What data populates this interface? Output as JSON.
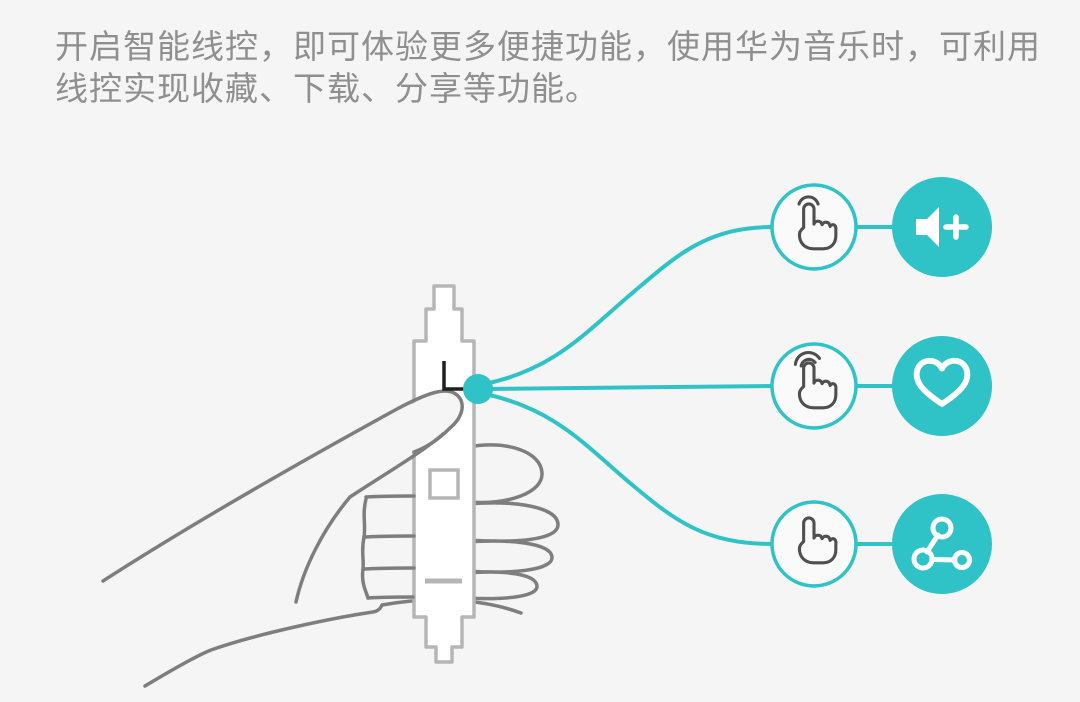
{
  "intro": {
    "lines": [
      "开启智能线控，即可体验更多便捷功能，使用华为音乐时，可利用",
      "线控实现收藏、下载、分享等功能。"
    ]
  },
  "colors": {
    "background": "#f5f5f5",
    "accent_teal": "#2fc2c7",
    "text_gray": "#8f8f8f",
    "hand_gray": "#7e7e7e",
    "device_gray": "#b6b6b6",
    "icon_dark": "#4f4f4f",
    "callout_black": "#1f1f1f",
    "badge_fill": "#fafafa",
    "icon_white": "#ffffff"
  },
  "illustration": {
    "subject": "hand-holding-earphone-inline-remote",
    "rows": [
      {
        "gesture_icon": "single-tap-icon",
        "action_icon": "volume-up-icon"
      },
      {
        "gesture_icon": "double-tap-icon",
        "action_icon": "heart-favorite-icon"
      },
      {
        "gesture_icon": "long-press-icon",
        "action_icon": "share-icon"
      }
    ]
  }
}
